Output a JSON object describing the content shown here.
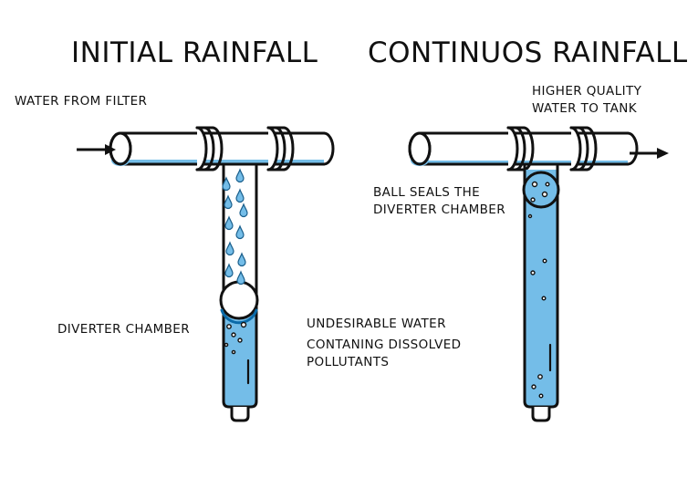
{
  "titles": {
    "left": "INITIAL RAINFALL",
    "right": "CONTINUOS RAINFALL"
  },
  "labels": {
    "water_from_filter": "WATER FROM FILTER",
    "higher_quality_line1": "HIGHER QUALITY",
    "higher_quality_line2": "WATER TO TANK",
    "ball_seals_line1": "BALL SEALS THE",
    "ball_seals_line2": "DIVERTER CHAMBER",
    "diverter_chamber": "DIVERTER CHAMBER",
    "undesirable_line1": "UNDESIRABLE WATER",
    "undesirable_line2": "CONTANING DISSOLVED",
    "undesirable_line3": "POLLUTANTS"
  },
  "colors": {
    "water": "#74bde8",
    "outline": "#111111",
    "background": "#ffffff"
  }
}
